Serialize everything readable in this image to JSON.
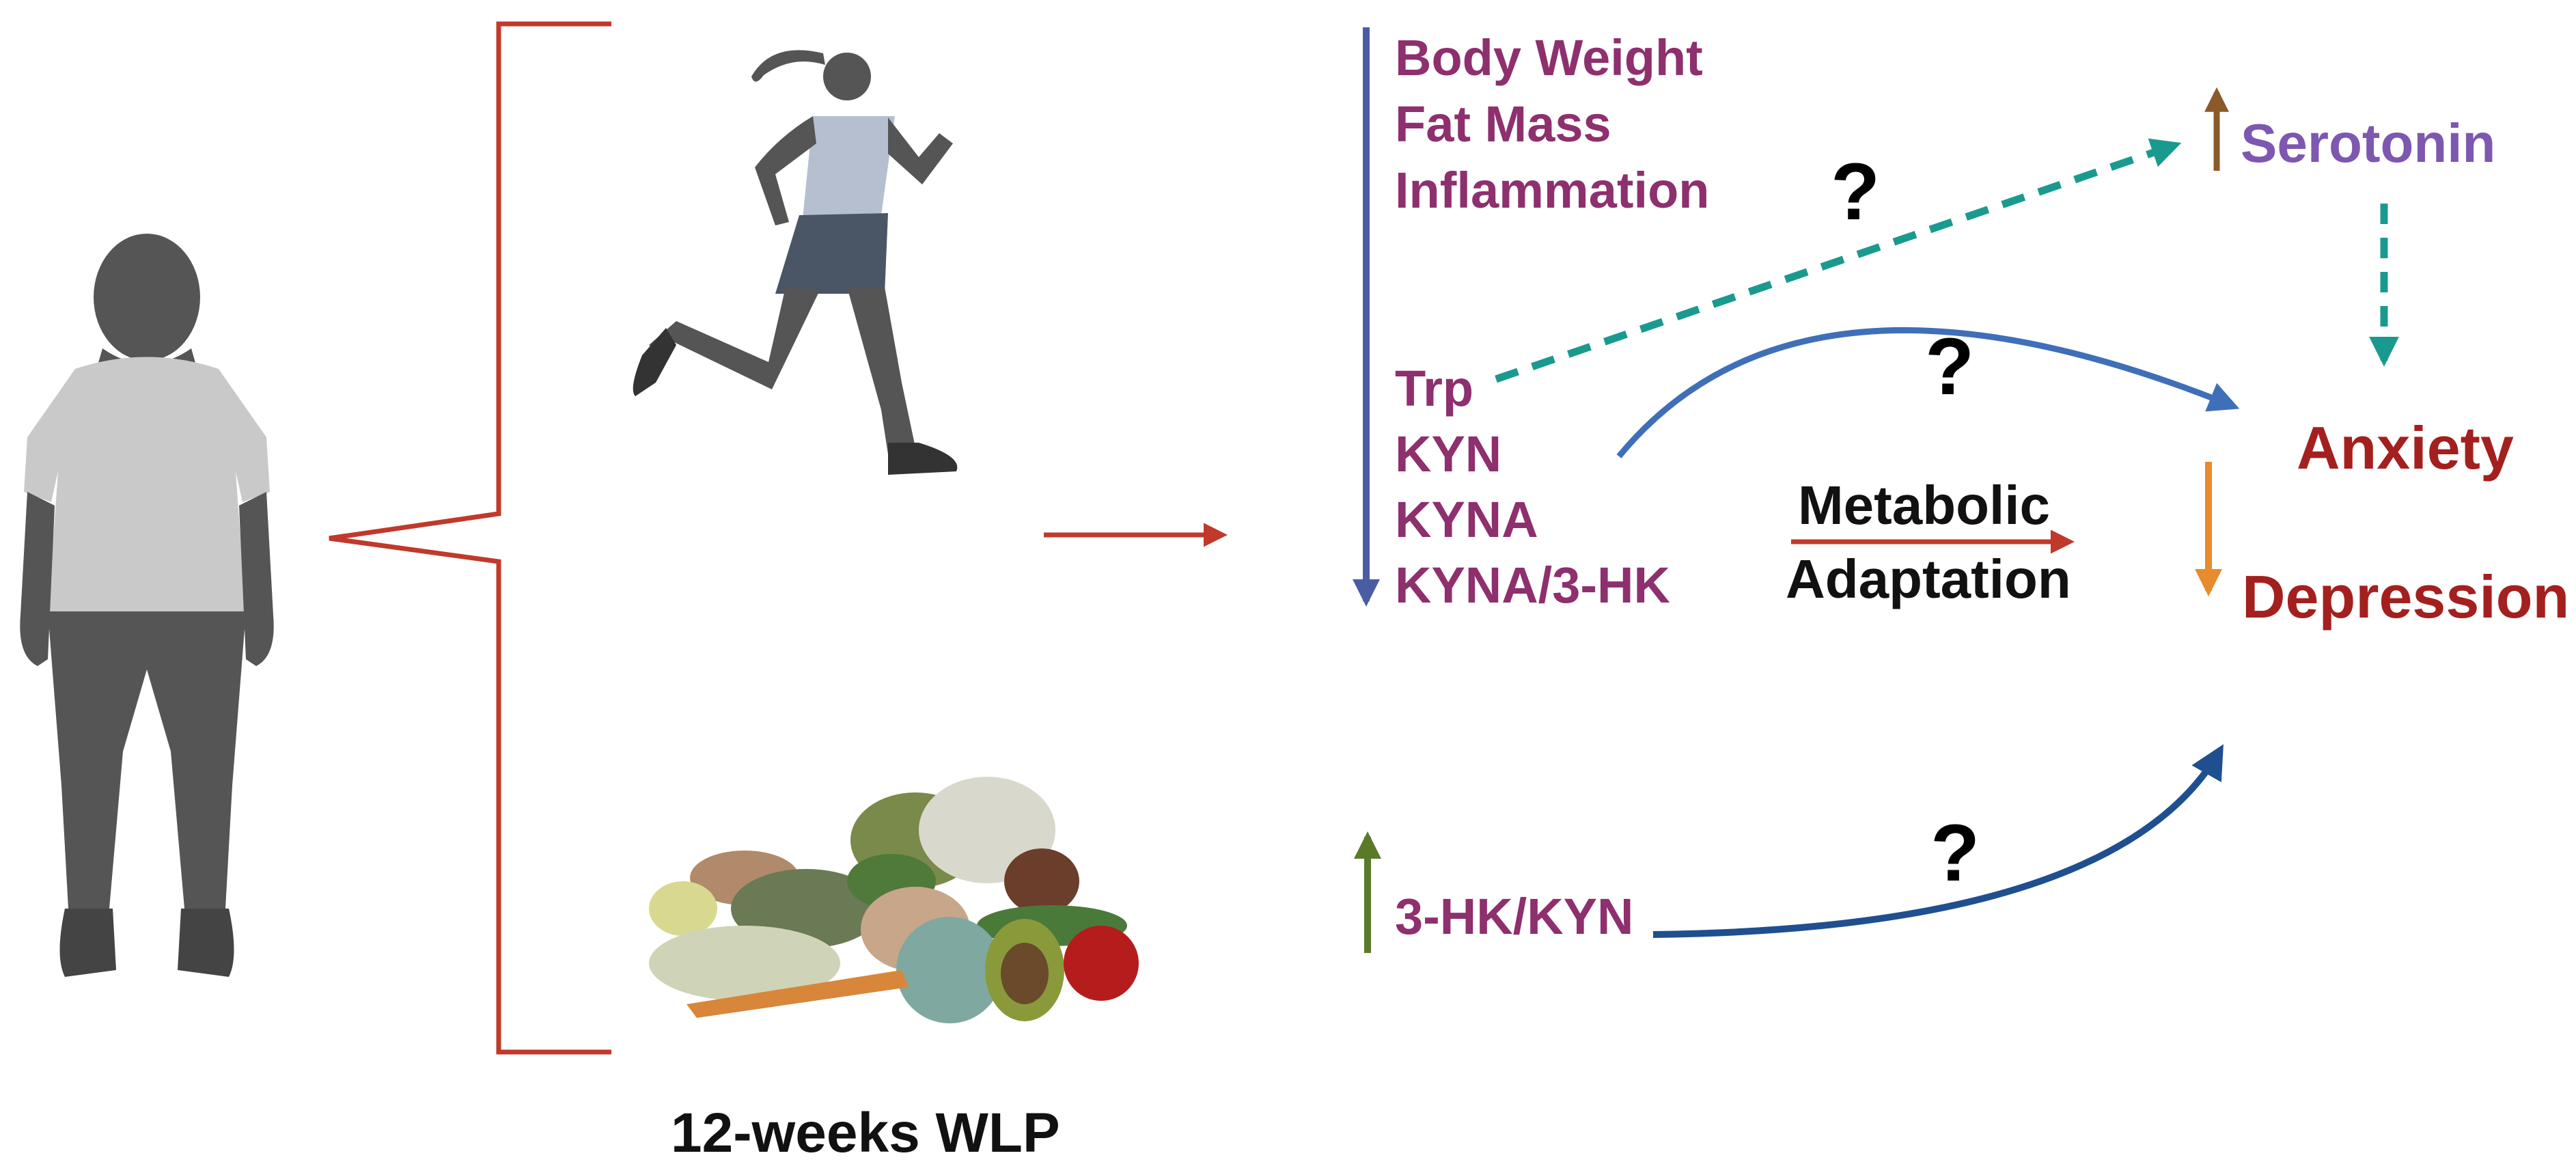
{
  "caption": "12-weeks WLP",
  "decreased_markers": {
    "group1": [
      "Body Weight",
      "Fat Mass",
      "Inflammation"
    ],
    "group2": [
      "Trp",
      "KYN",
      "KYNA",
      "KYNA/3-HK"
    ]
  },
  "increased_marker": "3-HK/KYN",
  "serotonin": "Serotonin",
  "metabolic": {
    "line1": "Metabolic",
    "line2": "Adaptation"
  },
  "outcomes": {
    "anxiety": "Anxiety",
    "depression": "Depression"
  },
  "question_mark": "?",
  "colors": {
    "bracket": "#c0392b",
    "decrease_arrow": "#4a5da3",
    "increase_arrow": "#5a7a2a",
    "serotonin_arrow": "#8a5a2b",
    "dashed_arrow": "#1a9a8f",
    "curve_arrow": "#3f6fb8",
    "curve_arrow_dark": "#1f4f8f",
    "outcome_arrow": "#e88a2e",
    "marker_text": "#8e2f6e",
    "serotonin_text": "#7e57b0",
    "outcome_text": "#a3201f"
  },
  "icons": [
    "person-silhouette-icon",
    "runner-icon",
    "vegetables-icon"
  ]
}
